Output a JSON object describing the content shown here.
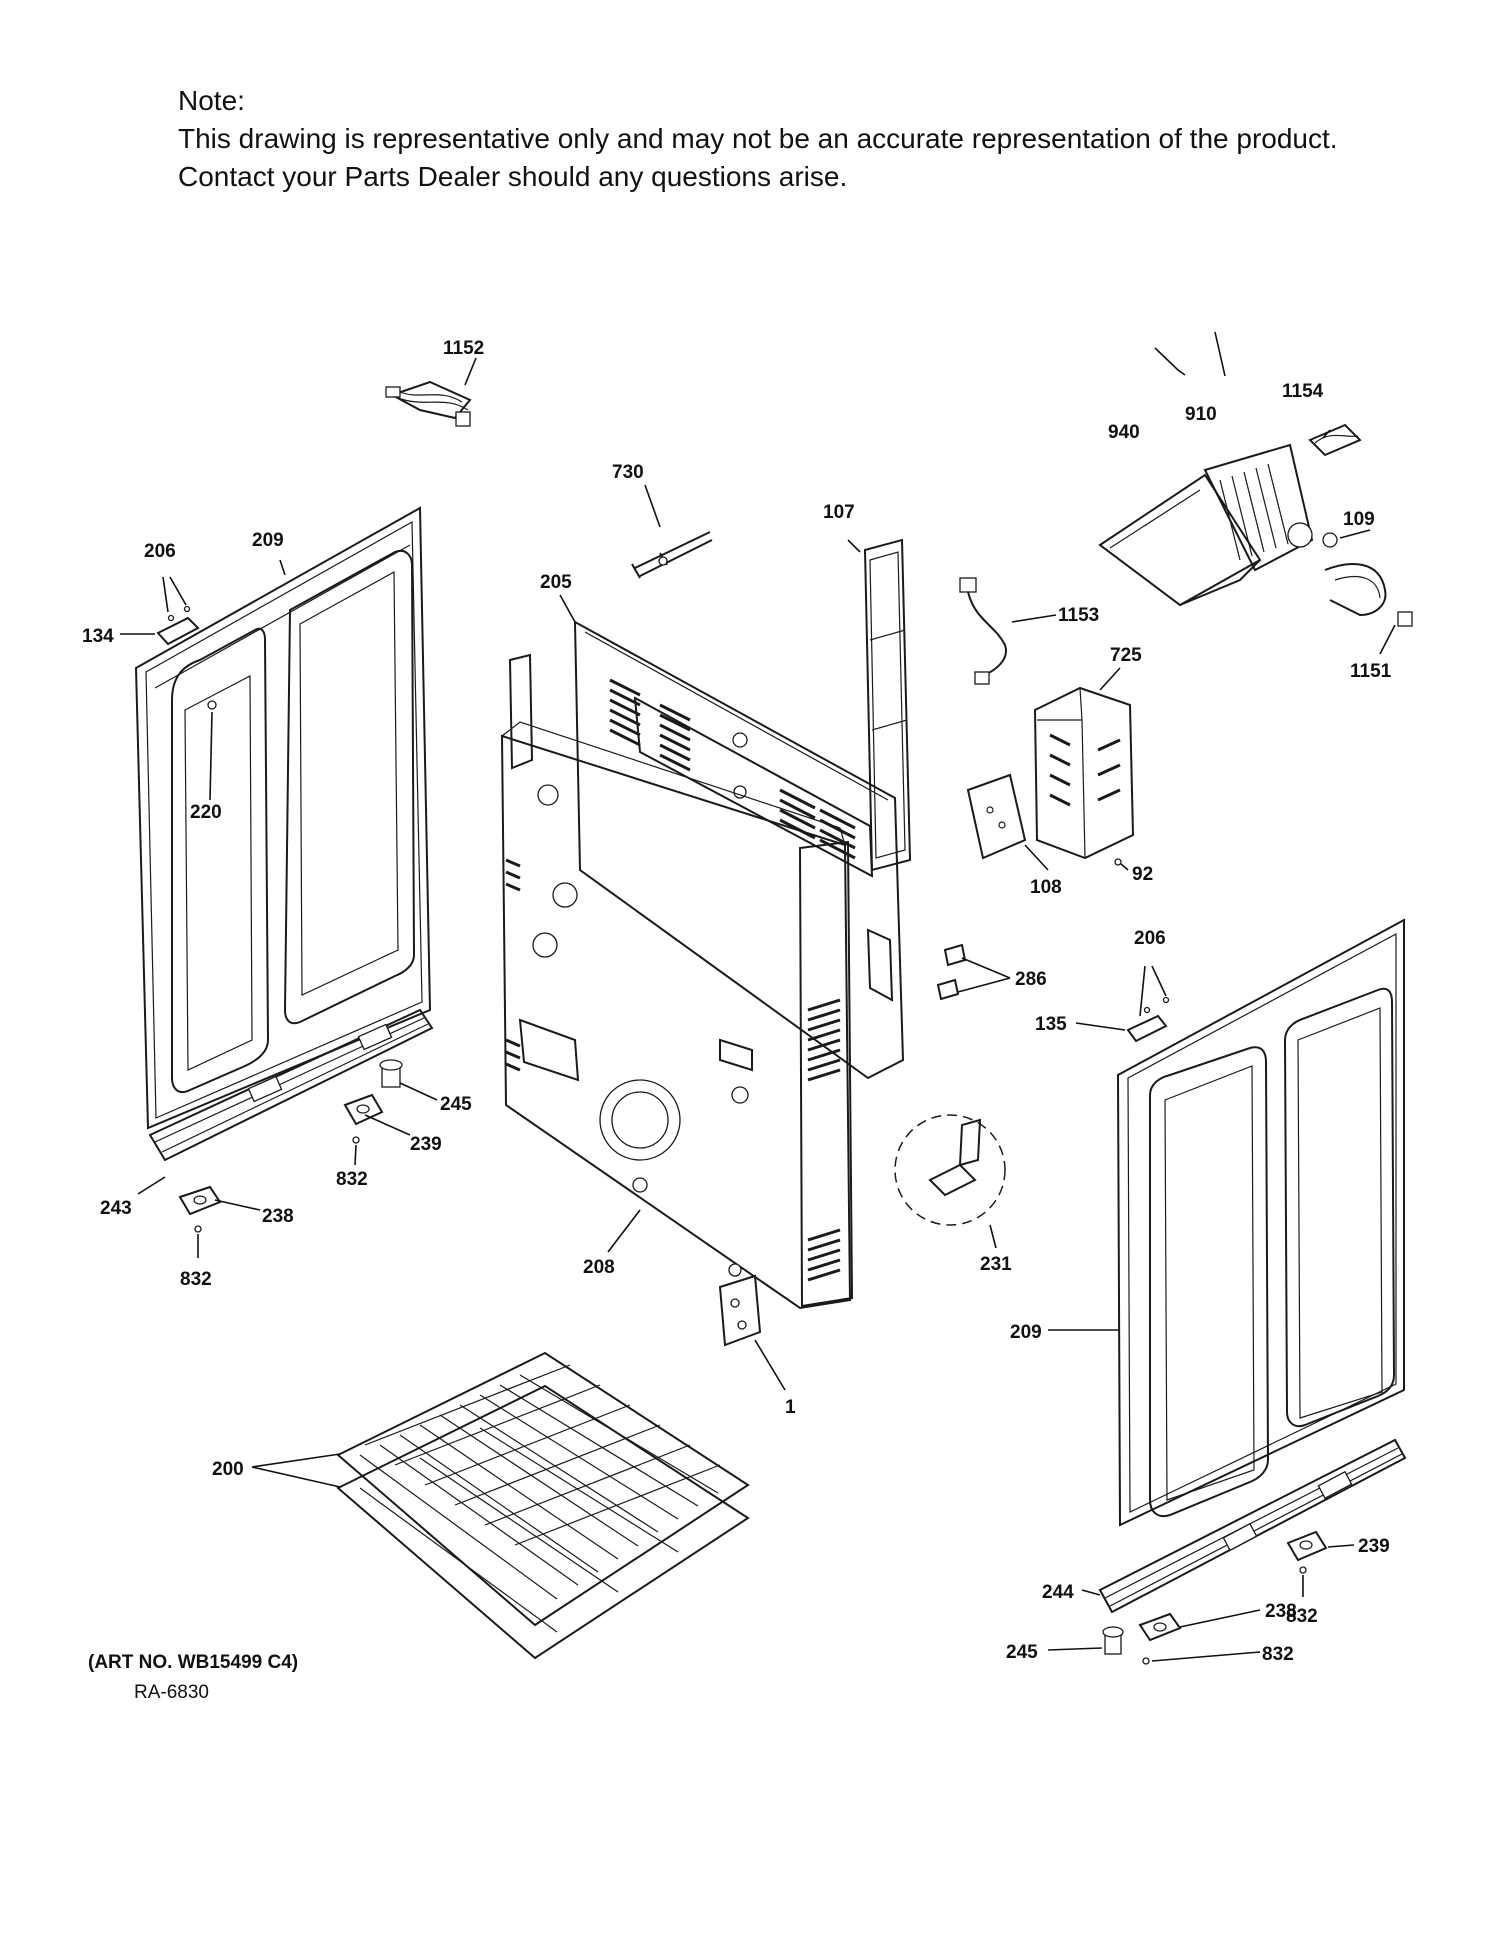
{
  "note": {
    "heading": "Note:",
    "line1": "This drawing is representative only and may not be an accurate representation of the product.",
    "line2": "Contact your Parts Dealer should any questions arise."
  },
  "footer": {
    "art_no": "(ART NO. WB15499 C4)",
    "ra": "RA-6830"
  },
  "callouts": {
    "c1152": "1152",
    "c730": "730",
    "c107": "107",
    "c1154": "1154",
    "c940": "940",
    "c910": "910",
    "c109": "109",
    "c1153": "1153",
    "c1151": "1151",
    "c725": "725",
    "c108": "108",
    "c92": "92",
    "c206a": "206",
    "c209a": "209",
    "c134": "134",
    "c205": "205",
    "c220": "220",
    "c245a": "245",
    "c239a": "239",
    "c832a": "832",
    "c243": "243",
    "c238a": "238",
    "c832b": "832",
    "c208": "208",
    "c286": "286",
    "c206b": "206",
    "c135": "135",
    "c231": "231",
    "c209b": "209",
    "c1": "1",
    "c200": "200",
    "c239b": "239",
    "c244": "244",
    "c238b": "238",
    "c832c": "832",
    "c245b": "245",
    "c832d": "832"
  }
}
